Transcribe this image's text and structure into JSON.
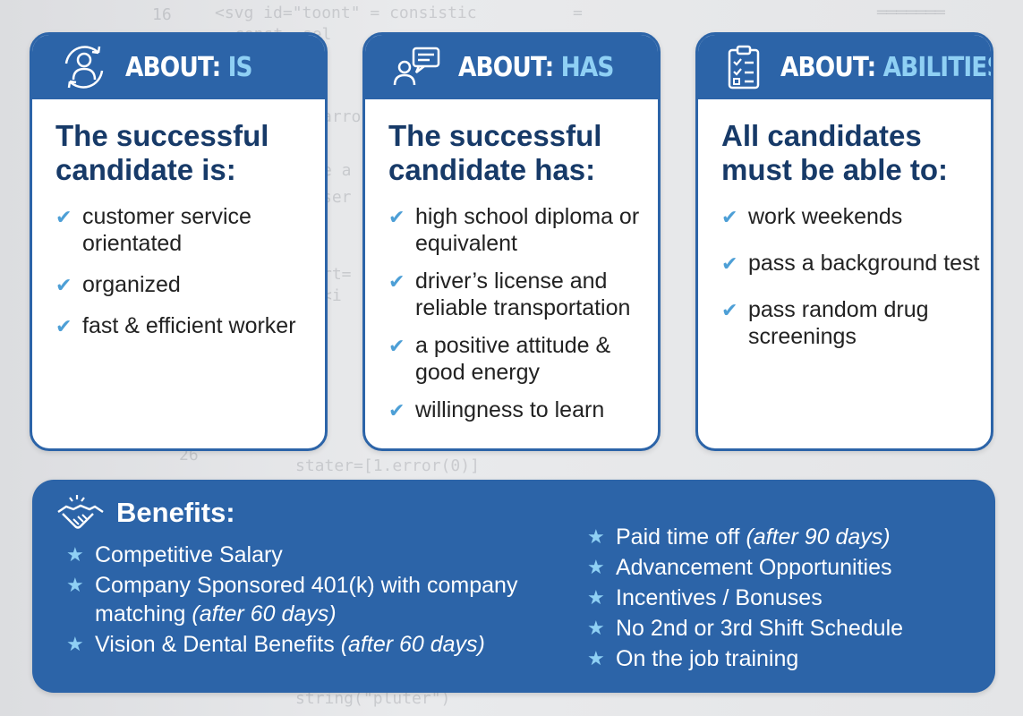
{
  "cards": [
    {
      "header_prefix": "ABOUT:",
      "header_key": "IS",
      "title_line1": "The successful",
      "title_line2": "candidate is:",
      "items": [
        "customer service orientated",
        "organized",
        "fast & efficient worker"
      ]
    },
    {
      "header_prefix": "ABOUT:",
      "header_key": "HAS",
      "title_line1": "The successful",
      "title_line2": "candidate has:",
      "items": [
        "high school diploma or equivalent",
        "driver’s license and reliable transportation",
        "a positive attitude & good energy",
        "willingness to learn"
      ]
    },
    {
      "header_prefix": "ABOUT:",
      "header_key": "ABILITIES",
      "title_line1": "All candidates",
      "title_line2": "must be able to:",
      "items": [
        "work weekends",
        "pass a background test",
        "pass random drug screenings"
      ]
    }
  ],
  "benefits": {
    "title": "Benefits:",
    "left": [
      {
        "text": "Competitive Salary",
        "note": ""
      },
      {
        "text": "Company Sponsored 401(k) with company matching ",
        "note": "(after 60 days)"
      },
      {
        "text": "Vision & Dental Benefits ",
        "note": "(after 60 days)"
      }
    ],
    "right": [
      {
        "text": "Paid time off ",
        "note": "(after 90 days)"
      },
      {
        "text": "Advancement Opportunities",
        "note": ""
      },
      {
        "text": "Incentives / Bonuses",
        "note": ""
      },
      {
        "text": "No 2nd or 3rd Shift Schedule",
        "note": ""
      },
      {
        "text": "On the job training",
        "note": ""
      }
    ]
  },
  "icons": {
    "card_0": "person-cycle-icon",
    "card_1": "person-chat-icon",
    "card_2": "clipboard-checklist-icon",
    "benefits": "handshake-icon",
    "bullet": "check-icon",
    "benefit_bullet": "star-icon"
  },
  "colors": {
    "primary_blue": "#2c64a8",
    "accent_light_blue": "#8fd0f4",
    "title_navy": "#173a68",
    "check_blue": "#4d9fd6"
  }
}
